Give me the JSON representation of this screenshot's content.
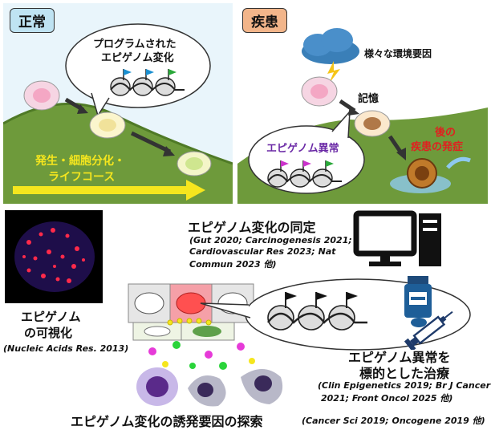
{
  "normal_panel": {
    "tag": "正常",
    "bubble": [
      "プログラムされた",
      "エピゲノム変化"
    ],
    "arrow_text": [
      "発生・細胞分化・",
      "ライフコース"
    ]
  },
  "disease_panel": {
    "tag": "疾患",
    "env": "様々な環境要因",
    "memory": "記憶",
    "bubble": "エピゲノム異常",
    "onset": [
      "後の",
      "疾患の発症"
    ]
  },
  "visualization": {
    "title": [
      "エピゲノム",
      "の可視化"
    ],
    "cite": "(Nucleic Acids Res. 2013)"
  },
  "identification": {
    "title": "エピゲノム変化の同定",
    "cite_lines": [
      "(Gut 2020; Carcinogenesis 2021;",
      "Cardiovascular Res 2023; Nat",
      "Commun 2023 他)"
    ]
  },
  "therapy": {
    "title": [
      "エピゲノム異常を",
      "標的とした治療"
    ],
    "cite_lines": [
      "(Clin Epigenetics 2019; Br J Cancer",
      "2021; Front Oncol 2025 他)"
    ]
  },
  "induction": {
    "title": "エピゲノム変化の誘発要因の探索",
    "cite": "(Cancer Sci 2019; Oncogene 2019 他)"
  },
  "colors": {
    "normal_tag": "#bfe3f2",
    "disease_tag": "#f2b58a",
    "hill": "#6e9a3b",
    "sky": "#e8f4fb",
    "arrow_yellow": "#f5e61e",
    "onset_red": "#e02020",
    "bubble_purple": "#6b2aa6"
  },
  "icons": [
    "thundercloud-icon",
    "computer-icon",
    "medicine-bottle-icon",
    "syringe-icon",
    "nucleosome-flag-icon"
  ]
}
